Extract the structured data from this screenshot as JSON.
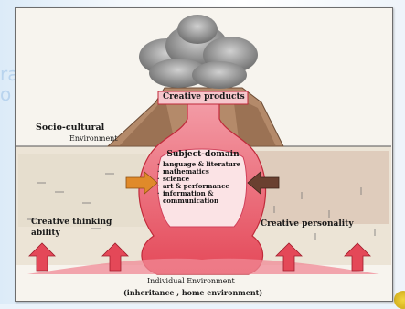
{
  "slide": {
    "bg_letters": [
      "ra",
      "o"
    ]
  },
  "diagram": {
    "creative_products": "Creative products",
    "socio_cultural": "Socio-cultural",
    "environment": "Environment",
    "subject_domain": {
      "title": "Subject-domain",
      "items": [
        "language & literature",
        "mathematics",
        "science",
        "art & performance",
        "information &",
        "communication"
      ]
    },
    "creative_thinking": [
      "Creative thinking",
      "ability"
    ],
    "creative_personality": "Creative personality",
    "individual_environment": "Individual Environment",
    "inheritance": "(inheritance , home environment)"
  },
  "colors": {
    "magma": "#e8485a",
    "magma_light": "#f6b3b8",
    "cloud": "#9a9a9a",
    "mountain": "#b48a6a",
    "orange_arrow": "#e08a2a",
    "brown_arrow": "#6a4030",
    "personality_fill": "#c99a8a"
  }
}
